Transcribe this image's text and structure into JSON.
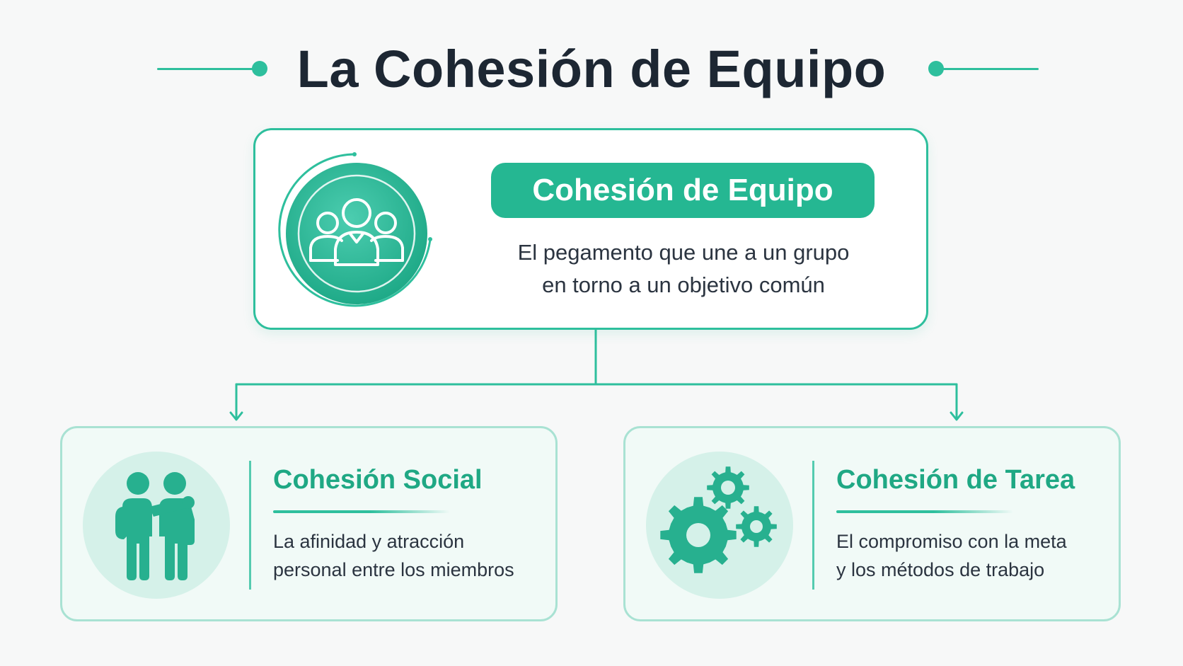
{
  "title": "La Cohesión de Equipo",
  "colors": {
    "accent": "#2ebf9d",
    "accent_dark": "#1fa884",
    "pill": "#25b792",
    "text": "#1d2733",
    "card_tint": "#f1faf7",
    "icon_circle": "#d5f1e9"
  },
  "main": {
    "label": "Cohesión de Equipo",
    "description_line1": "El pegamento que une a un grupo",
    "description_line2": "en torno a un objetivo común",
    "icon": "team-group-icon"
  },
  "branches": [
    {
      "title": "Cohesión Social",
      "description_line1": "La afinidad y atracción",
      "description_line2": "personal entre los miembros",
      "icon": "people-embrace-icon"
    },
    {
      "title": "Cohesión de Tarea",
      "description_line1": "El compromiso con la meta",
      "description_line2": "y los métodos de trabajo",
      "icon": "gears-icon"
    }
  ]
}
